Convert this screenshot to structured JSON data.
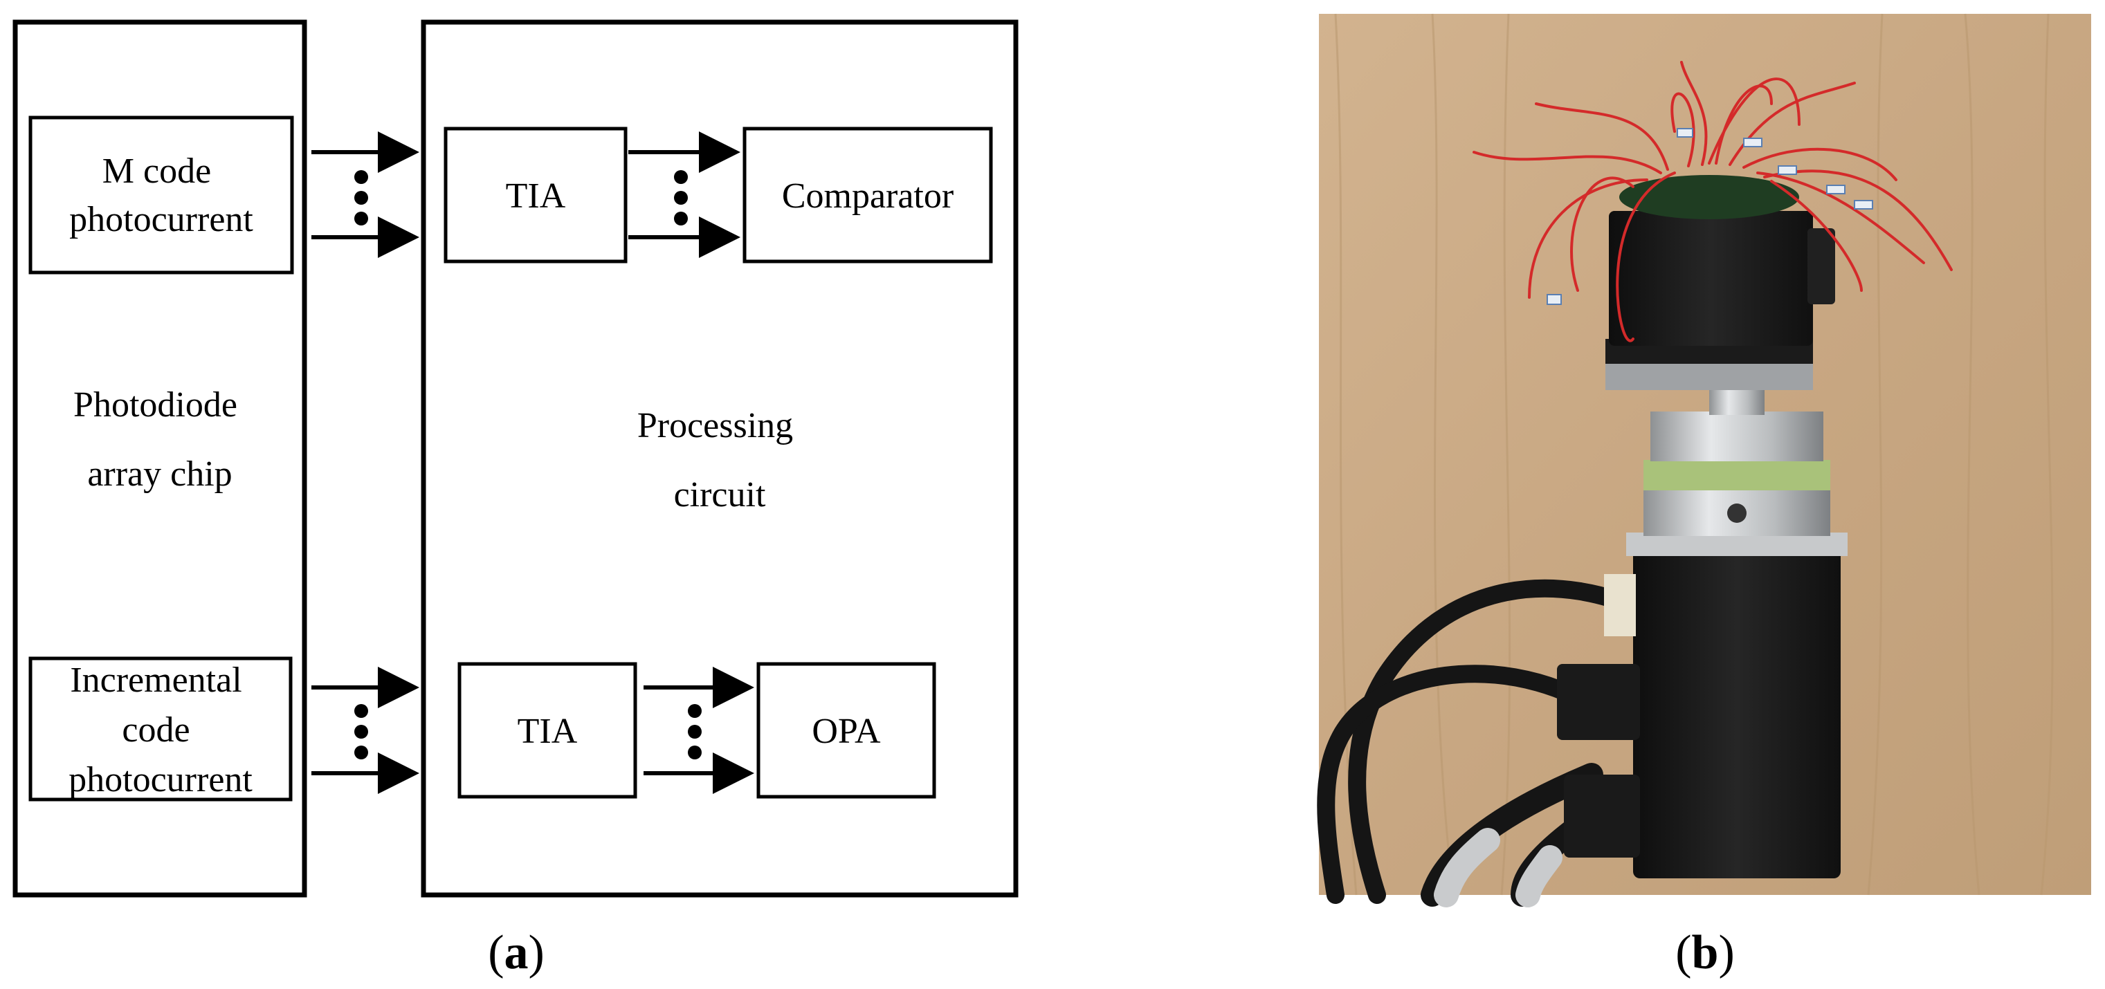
{
  "diagram": {
    "left_block": {
      "label_lines": [
        "Photodiode",
        "array chip"
      ],
      "m_code_box": [
        "M code",
        "photocurrent"
      ],
      "incremental_box": [
        "Incremental",
        "code",
        "photocurrent"
      ]
    },
    "right_block": {
      "label_lines": [
        "Processing",
        "circuit"
      ],
      "top_row": {
        "tia": "TIA",
        "comparator": "Comparator"
      },
      "bottom_row": {
        "tia": "TIA",
        "opa": "OPA"
      }
    }
  },
  "captions": {
    "a": {
      "open": "(",
      "letter": "a",
      "close": ")"
    },
    "b": {
      "open": "(",
      "letter": "b",
      "close": ")"
    }
  },
  "photo": {
    "colors": {
      "table": "#c9a883",
      "motor_body": "#1c1c1c",
      "coupling_metal": "#c4c6c8",
      "coupling_green": "#a9c27a",
      "wire": "#d42a2a",
      "cable": "#151515"
    }
  }
}
